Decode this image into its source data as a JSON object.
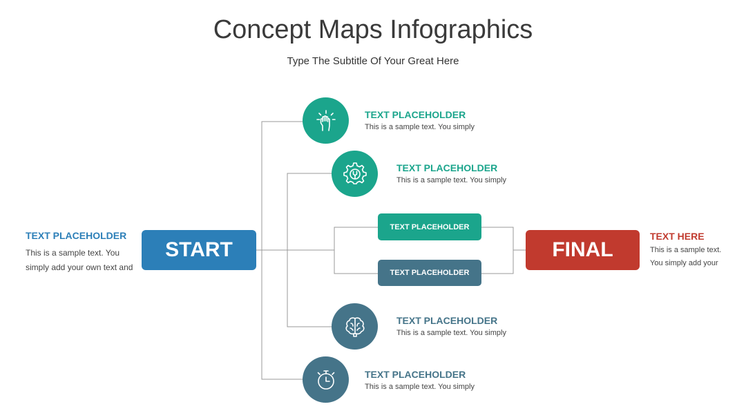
{
  "title": "Concept Maps Infographics",
  "subtitle": "Type The Subtitle Of Your Great Here",
  "colors": {
    "blue": "#2c7fb8",
    "teal": "#1ba58c",
    "slate": "#457489",
    "red": "#c13a2e",
    "line": "#999999"
  },
  "left_block": {
    "heading": "TEXT PLACEHOLDER",
    "line1": "This is a sample text. You",
    "line2": "simply add your own text and"
  },
  "start_label": "START",
  "final_label": "FINAL",
  "right_block": {
    "heading": "TEXT HERE",
    "line1": "This is a sample text.",
    "line2": "You simply add your"
  },
  "branches": [
    {
      "icon": "idea-hand-icon",
      "heading": "TEXT PLACEHOLDER",
      "text": "This is a sample text. You simply"
    },
    {
      "icon": "gear-wrench-icon",
      "heading": "TEXT PLACEHOLDER",
      "text": "This is a sample text. You simply"
    },
    {
      "icon": "brain-icon",
      "heading": "TEXT PLACEHOLDER",
      "text": "This is a sample text. You simply"
    },
    {
      "icon": "stopwatch-icon",
      "heading": "TEXT PLACEHOLDER",
      "text": "This is a sample text. You simply"
    }
  ],
  "middle_boxes": [
    {
      "label": "TEXT PLACEHOLDER"
    },
    {
      "label": "TEXT PLACEHOLDER"
    }
  ]
}
